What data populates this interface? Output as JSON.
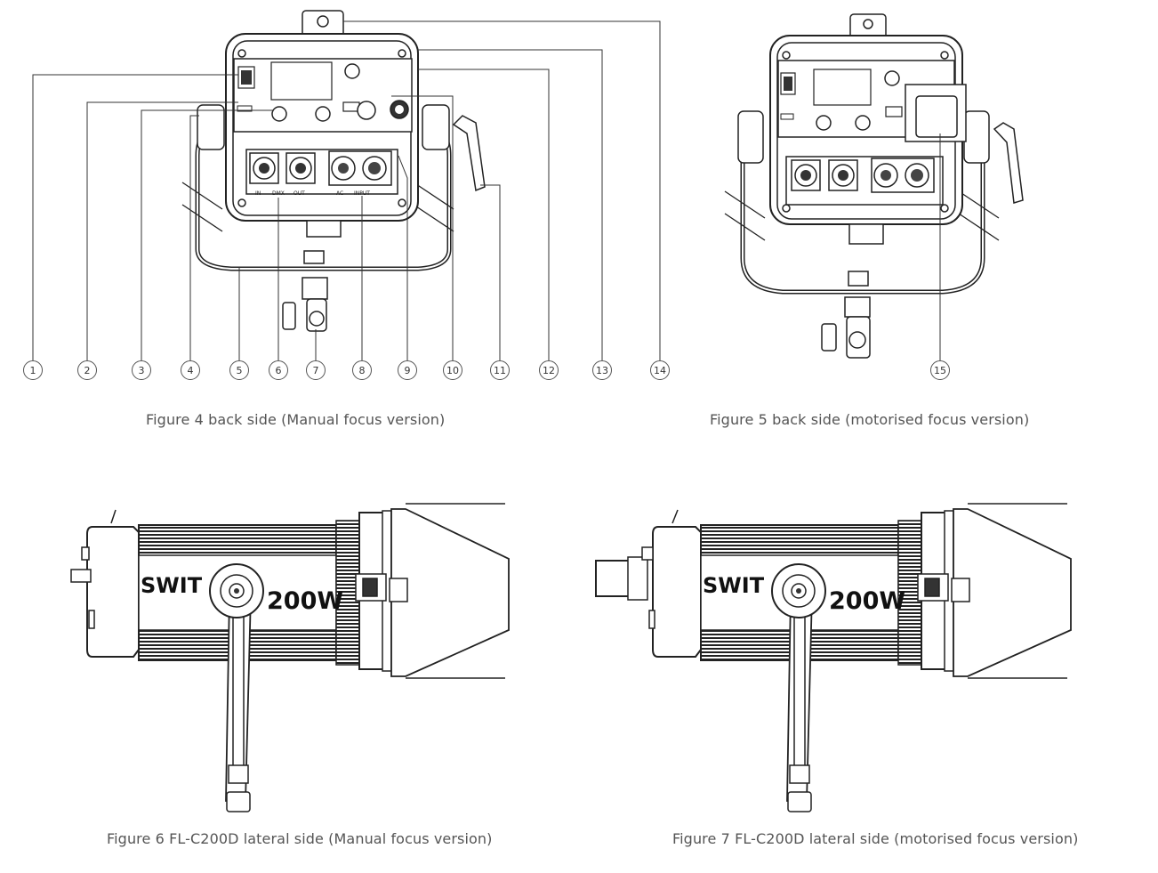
{
  "figures": [
    {
      "id": "fig4",
      "caption": "Figure 4  back side (Manual focus version)"
    },
    {
      "id": "fig5",
      "caption": "Figure 5  back side (motorised focus version)"
    },
    {
      "id": "fig6",
      "caption": "Figure 6  FL-C200D lateral side (Manual focus version)"
    },
    {
      "id": "fig7",
      "caption": "Figure 7  FL-C200D lateral side (motorised focus version)"
    }
  ],
  "callouts": [
    "1",
    "2",
    "3",
    "4",
    "5",
    "6",
    "7",
    "8",
    "9",
    "10",
    "11",
    "12",
    "13",
    "14",
    "15"
  ],
  "product": {
    "brand": "SWIT",
    "power": "200W",
    "panel_labels": {
      "dmx_in": "IN",
      "dmx": "DMX",
      "dmx_out": "OUT",
      "ac": "AC",
      "input": "INPUT"
    }
  }
}
